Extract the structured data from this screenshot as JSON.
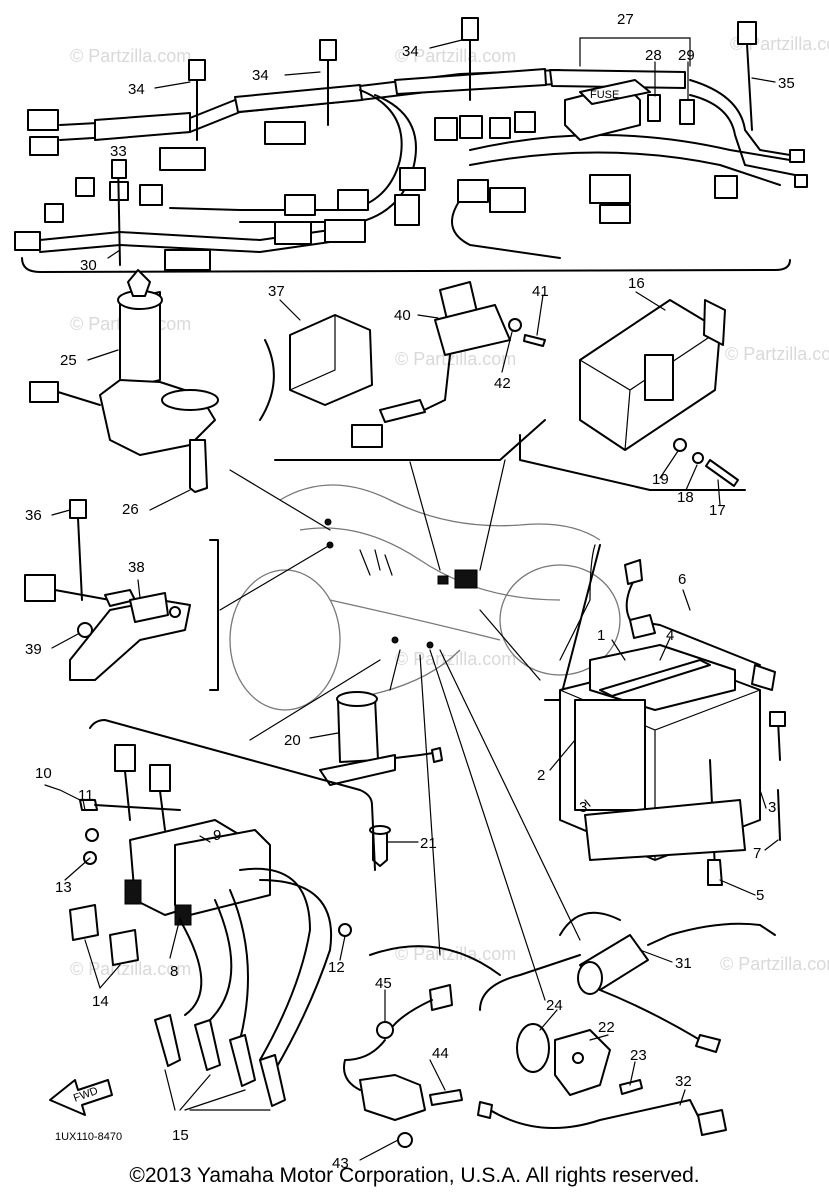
{
  "watermark": "© Partzilla.com",
  "diagram_code": "1UX110-8470",
  "fwd_arrow_label": "FWD",
  "fuse_label": "FUSE",
  "copyright": "©2013 Yamaha Motor Corporation, U.S.A. All rights reserved.",
  "callouts": {
    "c1": "1",
    "c2": "2",
    "c3": "3",
    "c4": "4",
    "c5": "5",
    "c6": "6",
    "c7": "7",
    "c8": "8",
    "c9": "9",
    "c10": "10",
    "c11": "11",
    "c12": "12",
    "c13": "13",
    "c14": "14",
    "c15": "15",
    "c16": "16",
    "c17": "17",
    "c18": "18",
    "c19": "19",
    "c20": "20",
    "c21": "21",
    "c22": "22",
    "c23": "23",
    "c24": "24",
    "c25": "25",
    "c26": "26",
    "c27": "27",
    "c28": "28",
    "c29": "29",
    "c30": "30",
    "c31": "31",
    "c32": "32",
    "c33": "33",
    "c34": "34",
    "c35": "35",
    "c36": "36",
    "c37": "37",
    "c38": "38",
    "c39": "39",
    "c40": "40",
    "c41": "41",
    "c42": "42",
    "c43": "43",
    "c44": "44",
    "c45": "45"
  }
}
